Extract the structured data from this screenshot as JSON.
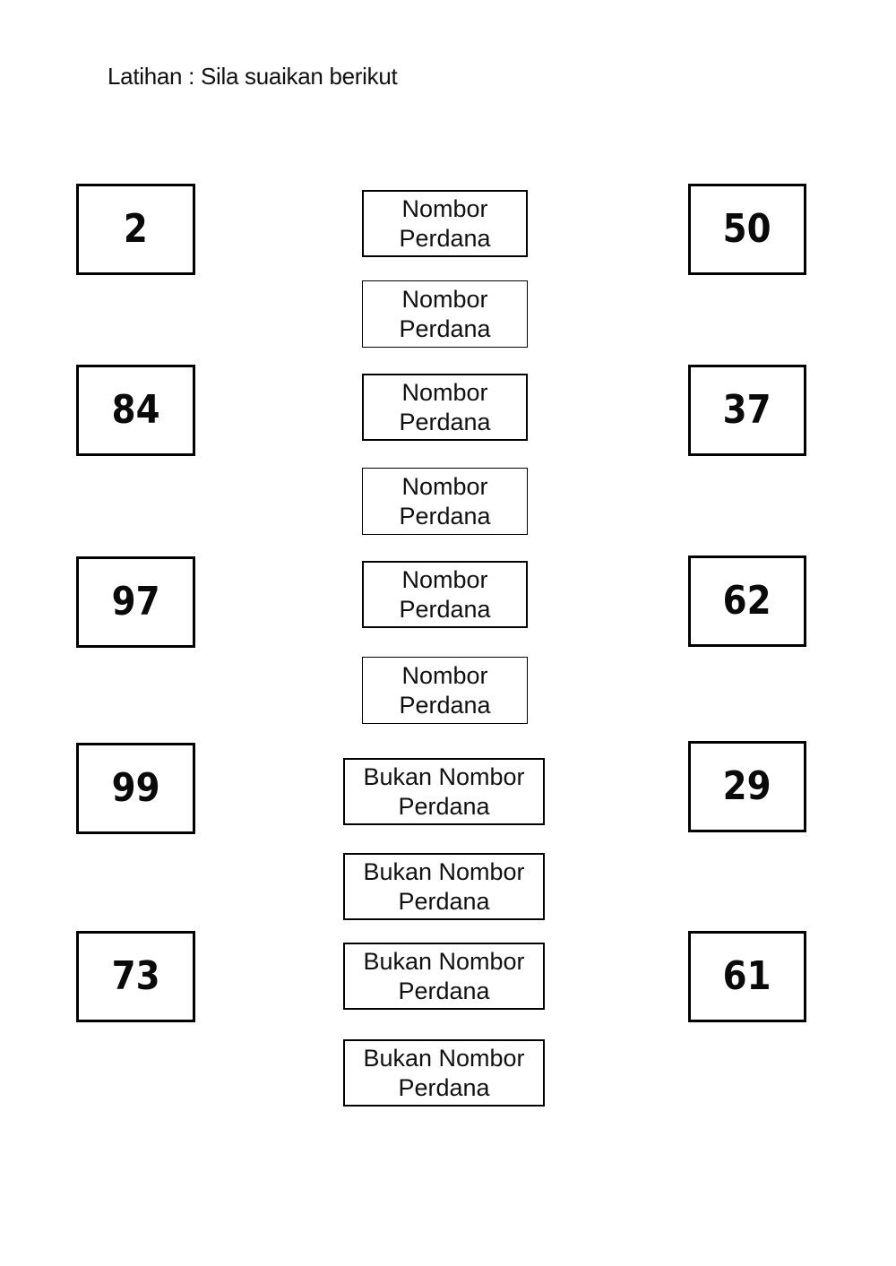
{
  "title": "Latihan : Sila suaikan berikut",
  "colors": {
    "background": "#ffffff",
    "ink": "#000000"
  },
  "left_numbers": [
    "2",
    "84",
    "97",
    "99",
    "73"
  ],
  "right_numbers": [
    "50",
    "37",
    "62",
    "29",
    "61"
  ],
  "middle_boxes": [
    {
      "line1": "Nombor",
      "line2": "Perdana"
    },
    {
      "line1": "Nombor",
      "line2": "Perdana"
    },
    {
      "line1": "Nombor",
      "line2": "Perdana"
    },
    {
      "line1": "Nombor",
      "line2": "Perdana"
    },
    {
      "line1": "Nombor",
      "line2": "Perdana"
    },
    {
      "line1": "Nombor",
      "line2": "Perdana"
    },
    {
      "line1": "Bukan Nombor",
      "line2": "Perdana"
    },
    {
      "line1": "Bukan Nombor",
      "line2": "Perdana"
    },
    {
      "line1": "Bukan Nombor",
      "line2": "Perdana"
    },
    {
      "line1": "Bukan Nombor",
      "line2": "Perdana"
    }
  ]
}
